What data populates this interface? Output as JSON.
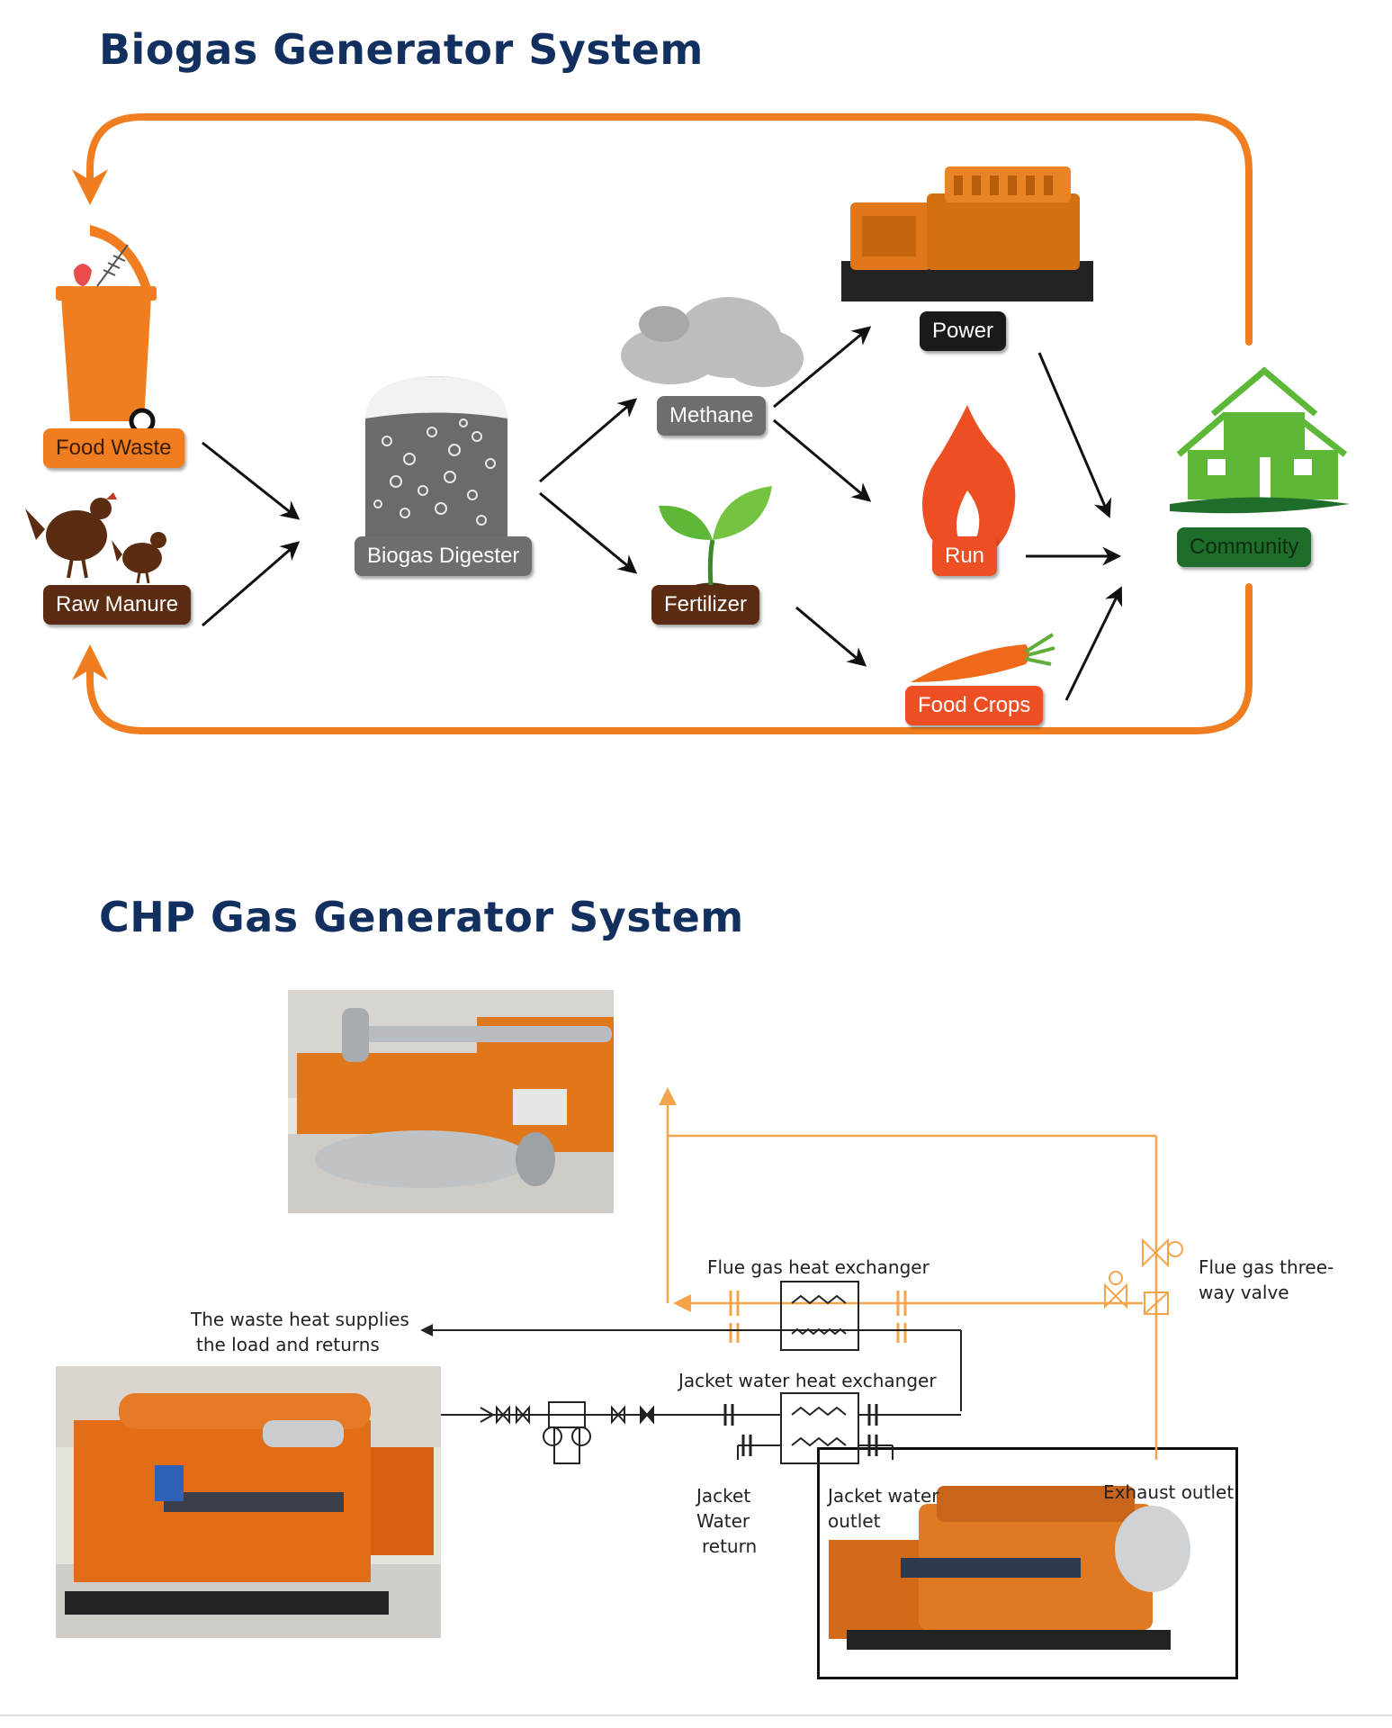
{
  "section1": {
    "title": "Biogas Generator System",
    "labels": {
      "food_waste": "Food Waste",
      "raw_manure": "Raw Manure",
      "digester": "Biogas Digester",
      "methane": "Methane",
      "fertilizer": "Fertilizer",
      "power": "Power",
      "run": "Run",
      "food_crops": "Food Crops",
      "community": "Community"
    }
  },
  "section2": {
    "title": "CHP Gas Generator System",
    "labels": {
      "flue_gas_hx": "Flue gas heat exchanger",
      "flue_valve_1": "Flue gas three-",
      "flue_valve_2": "way valve",
      "waste_heat_1": "The waste heat supplies",
      "waste_heat_2": "the load and returns",
      "jacket_hx": "Jacket water heat exchanger",
      "jw_return_1": "Jacket",
      "jw_return_2": "Water",
      "jw_return_3": "return",
      "jw_outlet_1": "Jacket water",
      "jw_outlet_2": "outlet",
      "exhaust": "Exhaust outlet"
    }
  },
  "colors": {
    "title": "#12305f",
    "loop": "#f07d1f",
    "pipe_orange": "#f4a44a",
    "pipe_dark": "#222222"
  }
}
